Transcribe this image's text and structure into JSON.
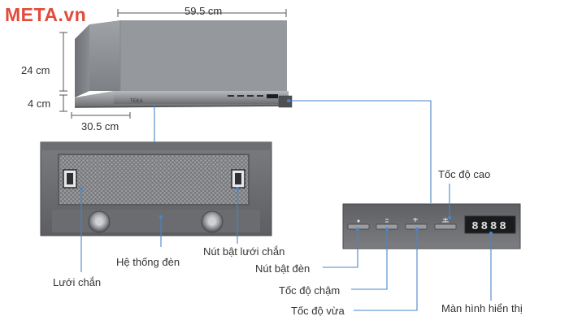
{
  "brand": {
    "logo_text": "META.vn"
  },
  "dimensions": {
    "width": "59.5 cm",
    "height": "24 cm",
    "thickness": "4 cm",
    "depth": "30.5 cm"
  },
  "hood_details": {
    "front_label": "TEKA"
  },
  "callouts": {
    "filter": "Lưới chắn",
    "lighting": "Hệ thống đèn",
    "filter_release_button": "Nút bật lưới chắn",
    "light_button": "Nút bật đèn",
    "slow_speed": "Tốc độ chậm",
    "medium_speed": "Tốc độ vừa",
    "high_speed": "Tốc độ cao",
    "display_screen": "Màn hình hiển thị"
  },
  "display": {
    "digits": "8888"
  },
  "colors": {
    "leader_line": "#4a86c8",
    "hood_body": "#8f9296",
    "panel_bg": "#6e6f72",
    "logo": "#e24a3a"
  }
}
